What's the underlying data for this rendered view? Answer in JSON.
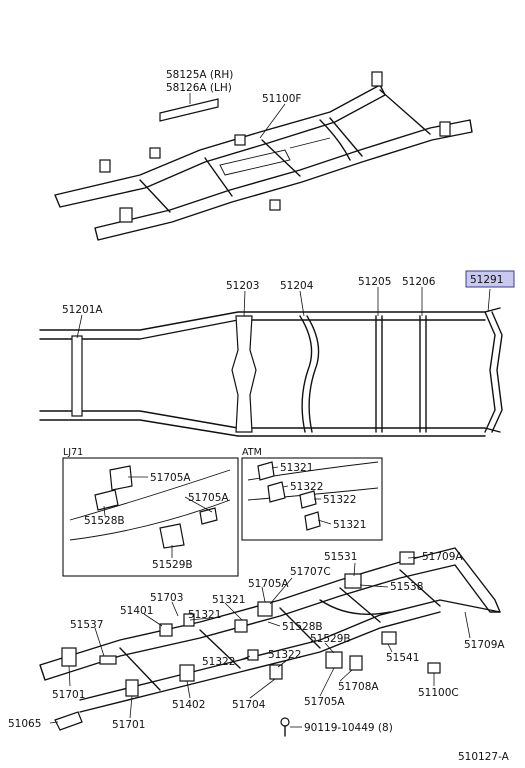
{
  "labels": {
    "top_crossmember_rh": "58125A (RH)",
    "top_crossmember_lh": "58126A (LH)",
    "frame_assy": "51100F",
    "p51201A": "51201A",
    "p51203": "51203",
    "p51204": "51204",
    "p51205": "51205",
    "p51206": "51206",
    "p51291": "51291",
    "inset_lj71_title": "LJ71",
    "inset_atm_title": "ATM",
    "lj_51705A_a": "51705A",
    "lj_51705A_b": "51705A",
    "lj_51528B": "51528B",
    "lj_51529B": "51529B",
    "atm_51321_a": "51321",
    "atm_51322_a": "51322",
    "atm_51322_b": "51322",
    "atm_51321_b": "51321",
    "b_51531": "51531",
    "b_51709A_a": "51709A",
    "b_51707C": "51707C",
    "b_51538": "51538",
    "b_51705A_a": "51705A",
    "b_51703": "51703",
    "b_51321_a": "51321",
    "b_51401": "51401",
    "b_51321_b": "51321",
    "b_51537": "51537",
    "b_51528B": "51528B",
    "b_51709A_b": "51709A",
    "b_51529B": "51529B",
    "b_51322_a": "51322",
    "b_51322_b": "51322",
    "b_51541": "51541",
    "b_51708A": "51708A",
    "b_51701_a": "51701",
    "b_51100C": "51100C",
    "b_51065": "51065",
    "b_51705A_b": "51705A",
    "b_51402": "51402",
    "b_51704": "51704",
    "b_51701_b": "51701",
    "b_bolt": "90119-10449 (8)",
    "drawing_no": "510127-A"
  },
  "colors": {
    "line": "#111111",
    "highlight_fill": "#c9c9ef",
    "highlight_stroke": "#3b3b8f"
  }
}
